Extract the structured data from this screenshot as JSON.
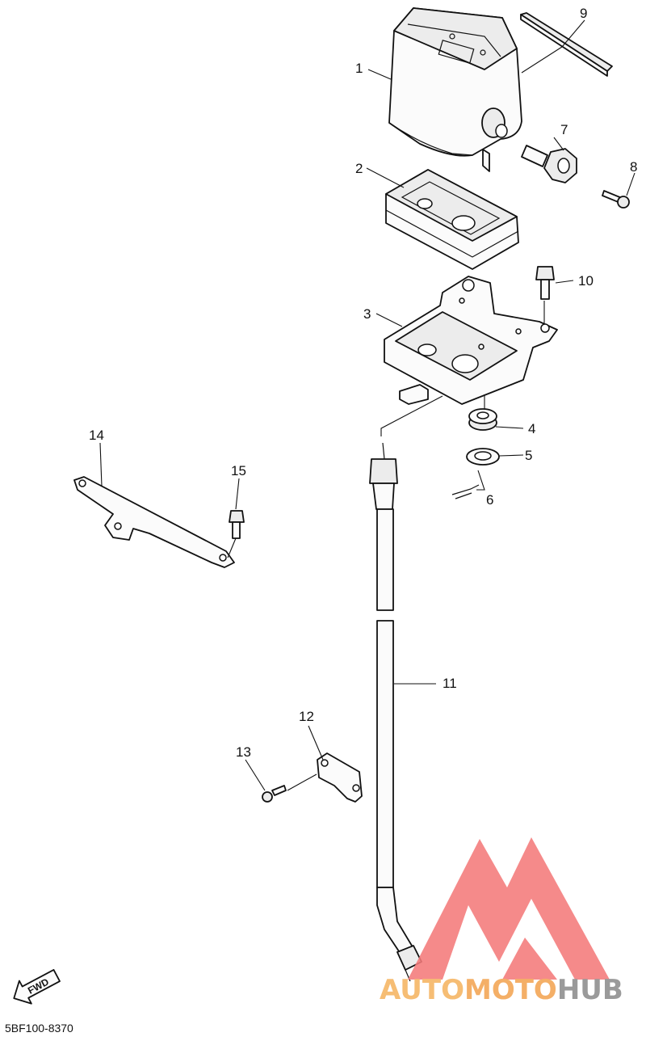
{
  "diagram": {
    "callouts": [
      {
        "id": "c1",
        "label": "1"
      },
      {
        "id": "c2",
        "label": "2"
      },
      {
        "id": "c3",
        "label": "3"
      },
      {
        "id": "c4",
        "label": "4"
      },
      {
        "id": "c5",
        "label": "5"
      },
      {
        "id": "c6",
        "label": "6"
      },
      {
        "id": "c7",
        "label": "7"
      },
      {
        "id": "c8",
        "label": "8"
      },
      {
        "id": "c9",
        "label": "9"
      },
      {
        "id": "c10",
        "label": "10"
      },
      {
        "id": "c11",
        "label": "11"
      },
      {
        "id": "c12",
        "label": "12"
      },
      {
        "id": "c13",
        "label": "13"
      },
      {
        "id": "c14",
        "label": "14"
      },
      {
        "id": "c15",
        "label": "15"
      }
    ],
    "direction_label": "FWD",
    "diagram_code": "5BF100-8370"
  },
  "watermark": {
    "part_a": "AUTO",
    "part_b": "MOTO",
    "part_c": "HUB",
    "color_a": "#f5b461",
    "color_b": "#f3a553",
    "color_c": "#8d8d8d",
    "mark_color": "#f47a7a"
  }
}
